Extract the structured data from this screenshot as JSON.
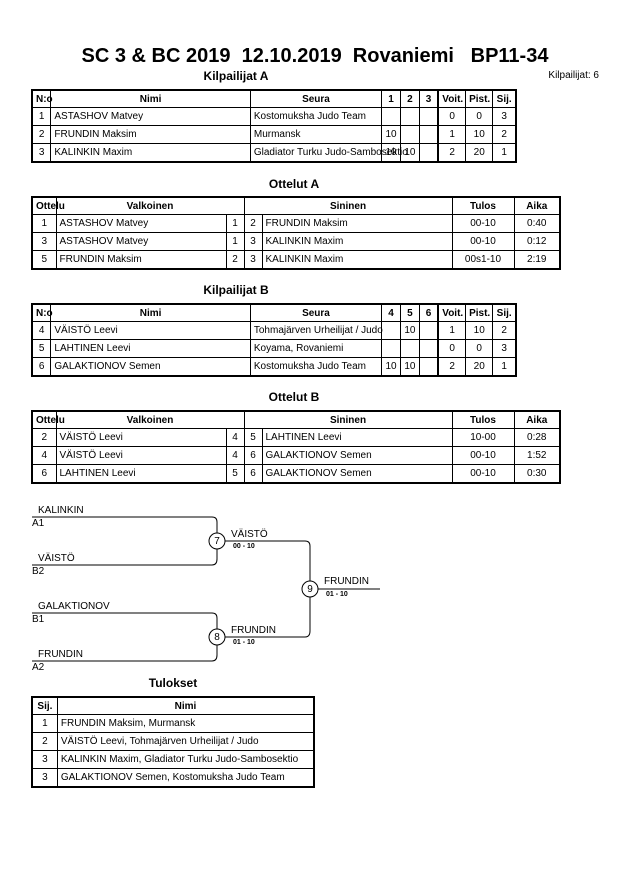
{
  "header": {
    "title": "SC 3 & BC 2019  12.10.2019  Rovaniemi   BP11-34",
    "competitors_count": "Kilpailijat: 6"
  },
  "pool_a": {
    "heading": "Kilpailijat A",
    "columns": [
      "N:o",
      "Nimi",
      "Seura",
      "1",
      "2",
      "3",
      "Voit.",
      "Pist.",
      "Sij."
    ],
    "rows": [
      {
        "no": "1",
        "name": "ASTASHOV Matvey",
        "club": "Kostomuksha Judo Team",
        "s1": "",
        "s2": "",
        "s3": "",
        "wins": "0",
        "points": "0",
        "place": "3"
      },
      {
        "no": "2",
        "name": "FRUNDIN Maksim",
        "club": "Murmansk",
        "s1": "10",
        "s2": "",
        "s3": "",
        "wins": "1",
        "points": "10",
        "place": "2"
      },
      {
        "no": "3",
        "name": "KALINKIN Maxim",
        "club": "Gladiator Turku Judo-Sambosektio",
        "s1": "10",
        "s2": "10",
        "s3": "",
        "wins": "2",
        "points": "20",
        "place": "1"
      }
    ]
  },
  "matches_a": {
    "heading": "Ottelut A",
    "columns": [
      "Ottelu",
      "Valkoinen",
      "Sininen",
      "Tulos",
      "Aika"
    ],
    "rows": [
      {
        "match": "1",
        "white": "ASTASHOV Matvey",
        "wn": "1",
        "bn": "2",
        "blue": "FRUNDIN Maksim",
        "result": "00-10",
        "time": "0:40"
      },
      {
        "match": "3",
        "white": "ASTASHOV Matvey",
        "wn": "1",
        "bn": "3",
        "blue": "KALINKIN Maxim",
        "result": "00-10",
        "time": "0:12"
      },
      {
        "match": "5",
        "white": "FRUNDIN Maksim",
        "wn": "2",
        "bn": "3",
        "blue": "KALINKIN Maxim",
        "result": "00s1-10",
        "time": "2:19"
      }
    ]
  },
  "pool_b": {
    "heading": "Kilpailijat B",
    "columns": [
      "N:o",
      "Nimi",
      "Seura",
      "4",
      "5",
      "6",
      "Voit.",
      "Pist.",
      "Sij."
    ],
    "rows": [
      {
        "no": "4",
        "name": "VÄISTÖ Leevi",
        "club": "Tohmajärven Urheilijat / Judo",
        "s1": "",
        "s2": "10",
        "s3": "",
        "wins": "1",
        "points": "10",
        "place": "2"
      },
      {
        "no": "5",
        "name": "LAHTINEN Leevi",
        "club": "Koyama, Rovaniemi",
        "s1": "",
        "s2": "",
        "s3": "",
        "wins": "0",
        "points": "0",
        "place": "3"
      },
      {
        "no": "6",
        "name": "GALAKTIONOV Semen",
        "club": "Kostomuksha Judo Team",
        "s1": "10",
        "s2": "10",
        "s3": "",
        "wins": "2",
        "points": "20",
        "place": "1"
      }
    ]
  },
  "matches_b": {
    "heading": "Ottelut B",
    "columns": [
      "Ottelu",
      "Valkoinen",
      "Sininen",
      "Tulos",
      "Aika"
    ],
    "rows": [
      {
        "match": "2",
        "white": "VÄISTÖ Leevi",
        "wn": "4",
        "bn": "5",
        "blue": "LAHTINEN Leevi",
        "result": "10-00",
        "time": "0:28"
      },
      {
        "match": "4",
        "white": "VÄISTÖ Leevi",
        "wn": "4",
        "bn": "6",
        "blue": "GALAKTIONOV Semen",
        "result": "00-10",
        "time": "1:52"
      },
      {
        "match": "6",
        "white": "LAHTINEN Leevi",
        "wn": "5",
        "bn": "6",
        "blue": "GALAKTIONOV Semen",
        "result": "00-10",
        "time": "0:30"
      }
    ]
  },
  "bracket": {
    "entries": [
      {
        "name": "KALINKIN",
        "seed": "A1"
      },
      {
        "name": "VÄISTÖ",
        "seed": "B2"
      },
      {
        "name": "GALAKTIONOV",
        "seed": "B1"
      },
      {
        "name": "FRUNDIN",
        "seed": "A2"
      }
    ],
    "semis": [
      {
        "match": "7",
        "winner": "VÄISTÖ",
        "score": "00 - 10"
      },
      {
        "match": "8",
        "winner": "FRUNDIN",
        "score": "01 - 10"
      }
    ],
    "final": {
      "match": "9",
      "winner": "FRUNDIN",
      "score": "01 - 10"
    }
  },
  "results": {
    "heading": "Tulokset",
    "columns": [
      "Sij.",
      "Nimi"
    ],
    "rows": [
      {
        "place": "1",
        "name": "FRUNDIN Maksim, Murmansk"
      },
      {
        "place": "2",
        "name": "VÄISTÖ Leevi, Tohmajärven Urheilijat / Judo"
      },
      {
        "place": "3",
        "name": "KALINKIN Maxim, Gladiator Turku Judo-Sambosektio"
      },
      {
        "place": "3",
        "name": "GALAKTIONOV Semen, Kostomuksha Judo Team"
      }
    ]
  }
}
